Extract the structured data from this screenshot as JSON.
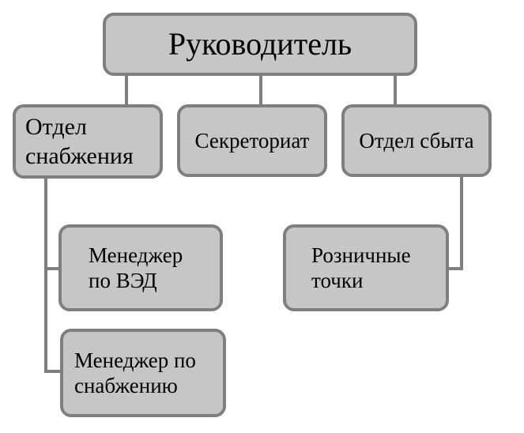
{
  "diagram": {
    "root": {
      "label": "Руководитель"
    },
    "departments": [
      {
        "id": "supply",
        "label_lines": [
          "Отдел",
          "снабжения"
        ]
      },
      {
        "id": "secretariat",
        "label_lines": [
          "Секреториат"
        ]
      },
      {
        "id": "sales",
        "label_lines": [
          "Отдел сбыта"
        ]
      }
    ],
    "sub_units": [
      {
        "id": "ved",
        "parent": "supply",
        "label_lines": [
          "Менеджер",
          "по ВЭД"
        ]
      },
      {
        "id": "supply_manager",
        "parent": "supply",
        "label_lines": [
          "Менеджер по",
          "снабжению"
        ]
      },
      {
        "id": "retail",
        "parent": "sales",
        "label_lines": [
          "Розничные",
          "точки"
        ]
      }
    ]
  },
  "colors": {
    "box_fill": "#c6c6c6",
    "box_border": "#7f7f7f",
    "connector": "#7f7f7f",
    "text": "#000000"
  }
}
